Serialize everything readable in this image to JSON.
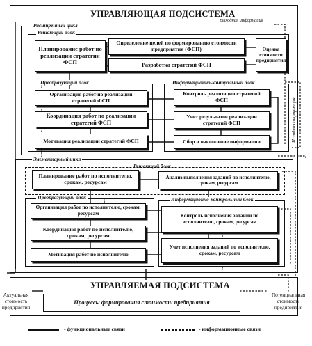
{
  "top": {
    "title": "УПРАВЛЯЮЩАЯ ПОДСИСТЕМА",
    "output_info": "Выходная информация",
    "extended_cycle": "Расширенный цикл",
    "decision_block": "Решающий блок",
    "planning": "Планирование работ по реализации стратегии ФСП",
    "goals": "Определение целей по формированию стоимости предприятия (ФСП)",
    "strategy": "Разработка стратегий ФСП",
    "valuation": "Оценка стоимости предприятия",
    "transform_block": "Преобразующий блок",
    "organization": "Организация работ по реализации стратегий ФСП",
    "coordination": "Координация работ по реализации стратегий ФСП",
    "motivation": "Мотивация реализации стратегий ФСП",
    "info_block": "Информационно-контрольный блок",
    "control": "Контроль реализации стратегий ФСП",
    "accounting": "Учет результатов реализации стратегий ФСП",
    "collection": "Сбор и накопление информации"
  },
  "elementary": {
    "cycle": "Элементарный цикл",
    "decision_block": "Решающий блок",
    "planning": "Планирование работ по исполнителю, срокам, ресурсам",
    "analysis": "Анализ выполнения заданий по исполнителю, срокам, ресурсам",
    "transform_block": "Преобразующий блок",
    "organization": "Организация работ по исполнителю, срокам, ресурсам",
    "coordination": "Координация работ по исполнителю, срокам, ресурсам",
    "motivation": "Мотивация работ по исполнителю",
    "info_block": "Информационно-контрольный блок",
    "control": "Контроль исполнения заданий по исполнителю, срокам, ресурсам",
    "accounting": "Учет исполнения заданий по исполнителю, срокам, ресурсам"
  },
  "initial_info": "Исходная информация",
  "bottom": {
    "title": "УПРАВЛЯЕМАЯ ПОДСИСТЕМА",
    "process": "Процессы формирования стоимости предприятия",
    "actual": "Актуальная стоимость предприятия",
    "potential": "Потенциальная стоимость предприятия"
  },
  "legend": {
    "functional": "- функциональные связи",
    "informational": "- информационные связи"
  }
}
